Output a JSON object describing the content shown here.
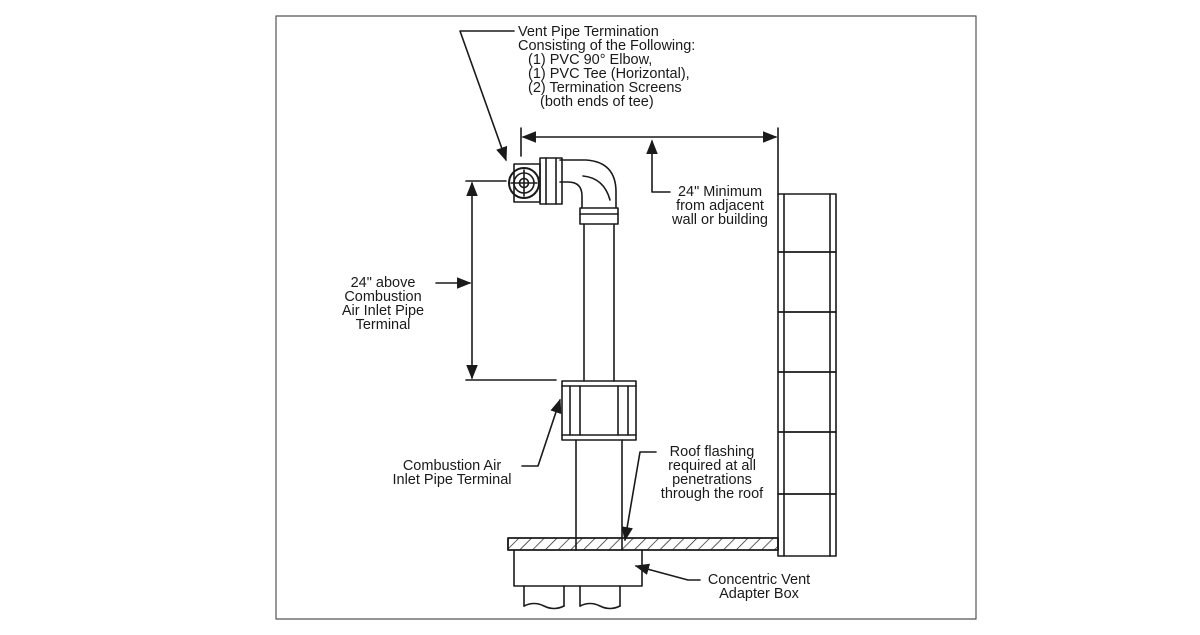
{
  "colors": {
    "ink": "#1a1a1a",
    "frame": "#555555",
    "background": "#ffffff"
  },
  "labels": {
    "vent_termination": [
      "Vent Pipe Termination",
      "Consisting of the Following:",
      "(1) PVC 90° Elbow,",
      "(1) PVC Tee (Horizontal),",
      "(2) Termination Screens",
      "(both ends of tee)"
    ],
    "min_distance": [
      "24\" Minimum",
      "from adjacent",
      "wall or building"
    ],
    "above_inlet": [
      "24\" above",
      "Combustion",
      "Air Inlet Pipe",
      "Terminal"
    ],
    "inlet_terminal": [
      "Combustion Air",
      "Inlet Pipe Terminal"
    ],
    "roof_flashing": [
      "Roof flashing",
      "required at all",
      "penetrations",
      "through the roof"
    ],
    "adapter_box": [
      "Concentric Vent",
      "Adapter Box"
    ]
  }
}
